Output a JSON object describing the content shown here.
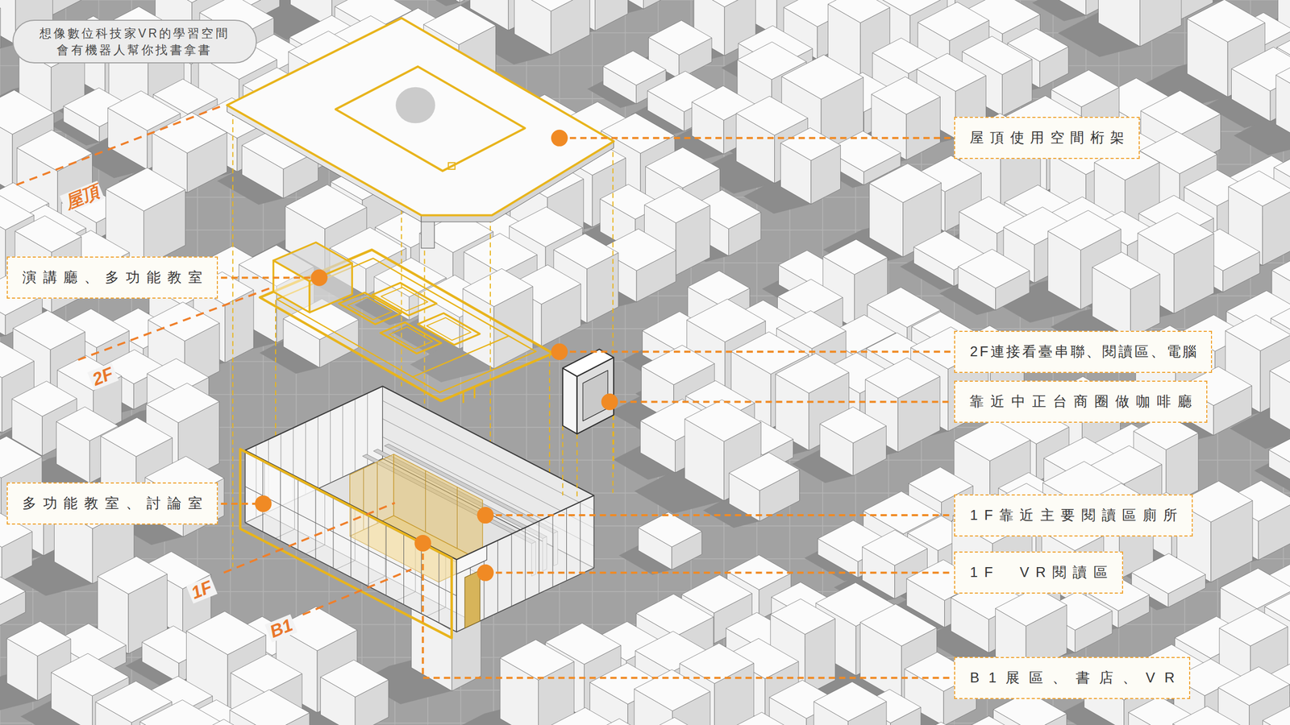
{
  "diagram": {
    "nodes": [
      {
        "text": [
          "想像數位科技家VR的學習空間 會有機器人幫你找書拿書"
        ]
      },
      {
        "text": [
          "屋頂使用空間桁架"
        ]
      },
      {
        "text": [
          "演講廳、多功能教室"
        ]
      },
      {
        "text": [
          "2F連接看臺串聯、閱讀區、電腦"
        ]
      },
      {
        "text": [
          "靠近中正台商圈做咖啡廳"
        ]
      },
      {
        "text": [
          "多功能教室、討論室"
        ]
      },
      {
        "text": [
          "1F靠近主要閱讀區廁所"
        ]
      },
      {
        "text": [
          "1F　VR閱讀區"
        ]
      },
      {
        "text": [
          "B1展區、書店、VR"
        ]
      }
    ],
    "labels": [
      "屋頂",
      "2F",
      "1F",
      "B1"
    ]
  }
}
